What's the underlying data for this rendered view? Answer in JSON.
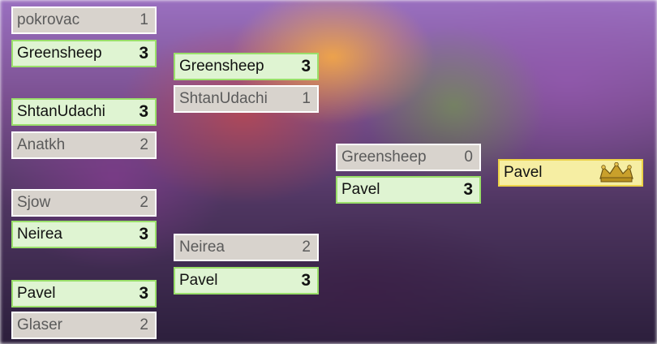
{
  "round1": {
    "m1": {
      "top": {
        "name": "pokrovac",
        "score": "1"
      },
      "bottom": {
        "name": "Greensheep",
        "score": "3"
      }
    },
    "m2": {
      "top": {
        "name": "ShtanUdachi",
        "score": "3"
      },
      "bottom": {
        "name": "Anatkh",
        "score": "2"
      }
    },
    "m3": {
      "top": {
        "name": "Sjow",
        "score": "2"
      },
      "bottom": {
        "name": "Neirea",
        "score": "3"
      }
    },
    "m4": {
      "top": {
        "name": "Pavel",
        "score": "3"
      },
      "bottom": {
        "name": "Glaser",
        "score": "2"
      }
    }
  },
  "round2": {
    "m1": {
      "top": {
        "name": "Greensheep",
        "score": "3"
      },
      "bottom": {
        "name": "ShtanUdachi",
        "score": "1"
      }
    },
    "m2": {
      "top": {
        "name": "Neirea",
        "score": "2"
      },
      "bottom": {
        "name": "Pavel",
        "score": "3"
      }
    }
  },
  "final": {
    "top": {
      "name": "Greensheep",
      "score": "0"
    },
    "bottom": {
      "name": "Pavel",
      "score": "3"
    }
  },
  "champion": {
    "name": "Pavel",
    "icon": "crown-icon"
  },
  "colors": {
    "winner_bg": "#dff4d2",
    "winner_border": "#9adf6a",
    "loser_bg": "#d8d3cd",
    "champion_bg": "#f6eea3",
    "champion_border": "#ecd248"
  }
}
